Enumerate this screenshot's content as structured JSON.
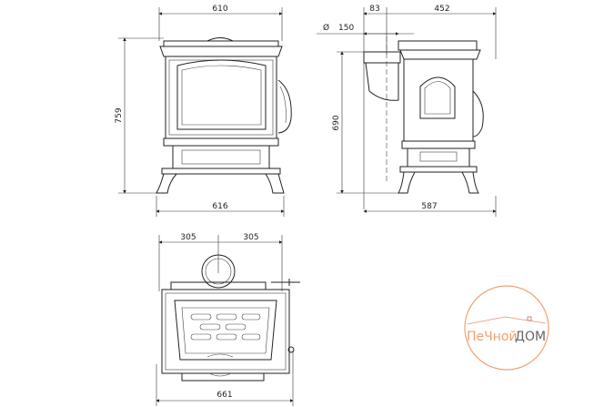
{
  "front_view": {
    "width_top": "610",
    "height": "759",
    "width_bottom": "616"
  },
  "side_view": {
    "flue_offset": "83",
    "depth_top": "452",
    "flue_diameter_symbol": "Ø",
    "flue_diameter": "150",
    "flue_height": "690",
    "depth_bottom": "587"
  },
  "top_view": {
    "half_left": "305",
    "half_right": "305",
    "width_total": "661"
  },
  "logo": {
    "part1": "ПеЧной",
    "part2": "ДОМ",
    "color_orange": "#f0a070",
    "color_gray": "#666666"
  }
}
